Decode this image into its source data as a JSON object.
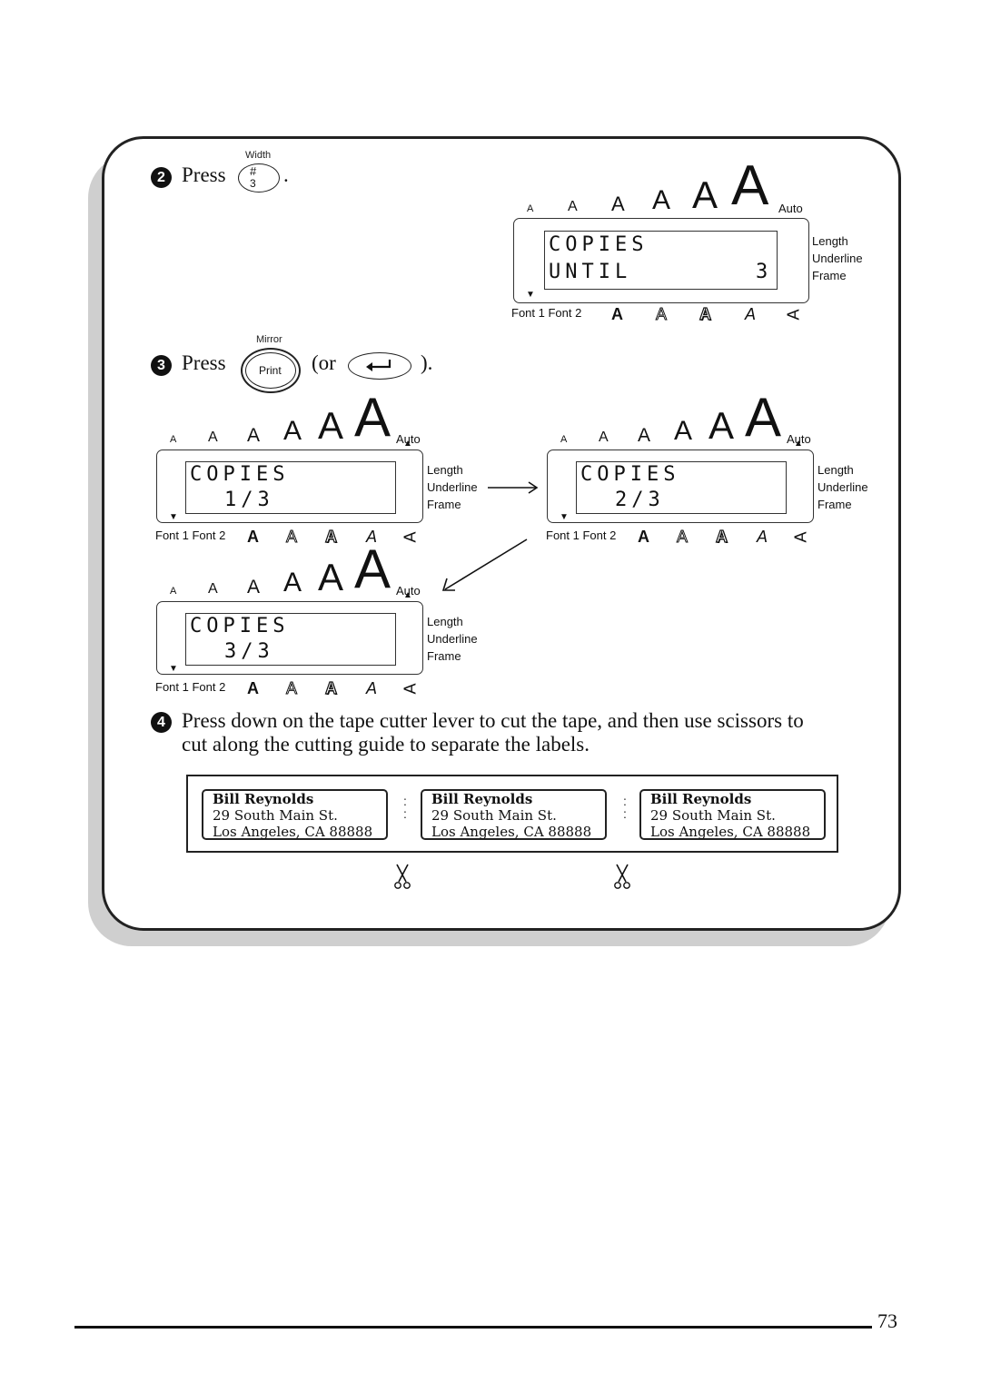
{
  "steps": {
    "step2": {
      "num": "2",
      "press": "Press",
      "end": ".",
      "key_caption": "Width",
      "key_top": "#",
      "key_bottom": "3"
    },
    "step3": {
      "num": "3",
      "press": "Press",
      "key_caption": "Mirror",
      "key_label": "Print",
      "or": "(or",
      "end": ").",
      "enter_icon": "enter-arrow-icon"
    },
    "step4": {
      "num": "4",
      "line1": "Press down on the tape cutter lever to cut the tape, and then use scissors to",
      "line2": "cut along the cutting guide to separate the labels."
    }
  },
  "lcd_common": {
    "size_letter": "A",
    "auto": "Auto",
    "side": [
      "Length",
      "Underline",
      "Frame"
    ],
    "font1": "Font 1",
    "font2": "Font 2",
    "style_letter": "A"
  },
  "displays": {
    "d1": {
      "line1": "COPIES",
      "line2_left": "UNTIL",
      "line2_right": "3"
    },
    "d2": {
      "line1": "COPIES",
      "line2": "1/3"
    },
    "d3": {
      "line1": "COPIES",
      "line2": "2/3"
    },
    "d4": {
      "line1": "COPIES",
      "line2": "3/3"
    }
  },
  "labels": [
    {
      "name": "Bill Reynolds",
      "street": "29 South Main St.",
      "city": "Los Angeles, CA 88888"
    },
    {
      "name": "Bill Reynolds",
      "street": "29 South Main St.",
      "city": "Los Angeles, CA 88888"
    },
    {
      "name": "Bill Reynolds",
      "street": "29 South Main St.",
      "city": "Los Angeles, CA 88888"
    }
  ],
  "icons": {
    "scissors": "scissors-icon",
    "arrow_right": "arrow-right-icon",
    "arrow_diag": "arrow-down-left-icon"
  },
  "page_number": "73"
}
